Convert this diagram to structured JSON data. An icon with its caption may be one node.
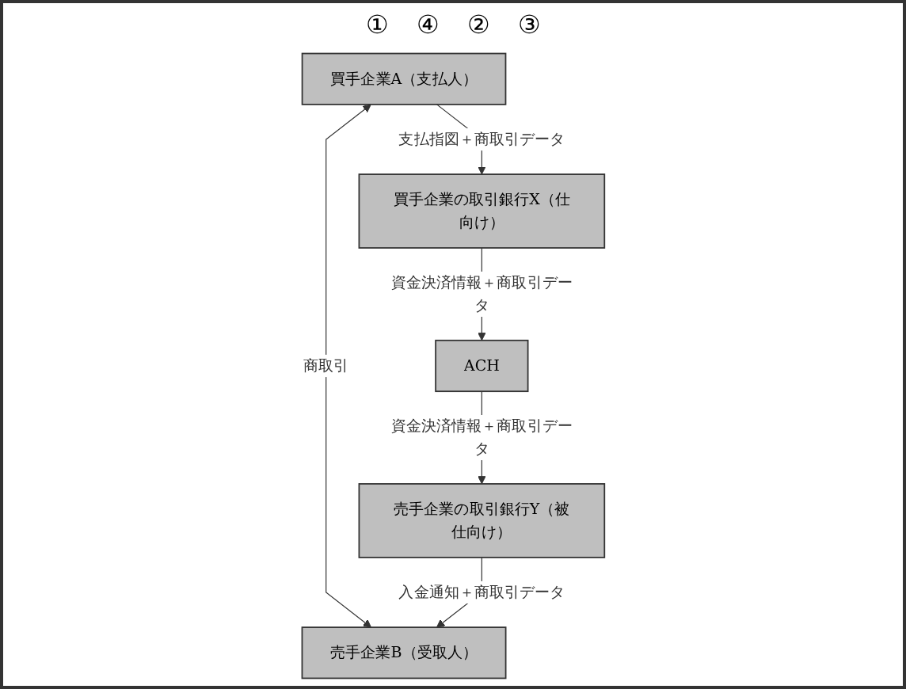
{
  "diagram": {
    "nodes": [
      {
        "text": [
          "買手企業A（支払人）"
        ]
      },
      {
        "text": [
          "売手企業B（受取人）"
        ]
      },
      {
        "text": [
          "買手企業の取引銀行X（仕向け）"
        ]
      },
      {
        "text": [
          "売手企業の取引銀行Y（被仕向け）"
        ]
      },
      {
        "text": [
          "ACH"
        ]
      }
    ],
    "edges": [
      {
        "from": 0,
        "to": 1,
        "arrow": "both",
        "label": "商取引"
      },
      {
        "from": 0,
        "to": 2,
        "arrow": "to",
        "label": "支払指図＋商取引データ"
      },
      {
        "from": 2,
        "to": 4,
        "arrow": "to",
        "label": "資金決済情報＋商取引データ"
      },
      {
        "from": 4,
        "to": 3,
        "arrow": "to",
        "label": "資金決済情報＋商取引データ"
      },
      {
        "from": 3,
        "to": 1,
        "arrow": "to",
        "label": "入金通知＋商取引データ"
      }
    ],
    "labels": [
      "①",
      "④",
      "②",
      "③"
    ]
  }
}
